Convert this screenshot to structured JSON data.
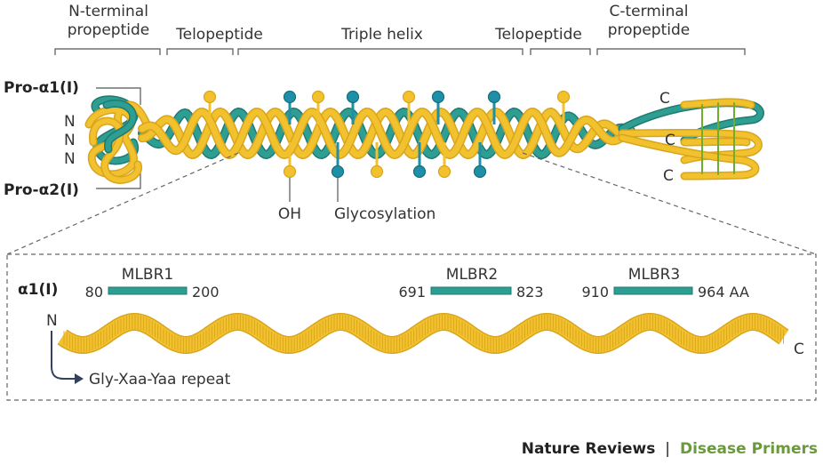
{
  "sections": {
    "n_propeptide": "N-terminal\npropeptide",
    "telopeptide_left": "Telopeptide",
    "triple_helix": "Triple helix",
    "telopeptide_right": "Telopeptide",
    "c_propeptide": "C-terminal\npropeptide"
  },
  "chains": {
    "pro_a1": "Pro-α1(I)",
    "pro_a2": "Pro-α2(I)",
    "n_terminus": "N",
    "c_terminus": "C"
  },
  "modifications": {
    "hydroxylation": "OH",
    "glycosylation": "Glycosylation"
  },
  "detail": {
    "chain_label": "α1(I)",
    "n_label": "N",
    "c_label": "C",
    "repeat_label": "Gly-Xaa-Yaa repeat",
    "regions": [
      {
        "name": "MLBR1",
        "start": "80",
        "end": "200"
      },
      {
        "name": "MLBR2",
        "start": "691",
        "end": "823"
      },
      {
        "name": "MLBR3",
        "start": "910",
        "end": "964 AA"
      }
    ]
  },
  "footer": {
    "journal": "Nature Reviews",
    "separator": "|",
    "series": "Disease Primers"
  },
  "colors": {
    "yellow": "#f2c12e",
    "yellow_dark": "#d9a51c",
    "teal": "#2e9e93",
    "teal_dark": "#1f7a72",
    "blue_sugar": "#1e8fa6",
    "green_bond": "#6fae2c",
    "bracket": "#555555",
    "navy": "#33415c",
    "series_green": "#6a9a3a"
  }
}
